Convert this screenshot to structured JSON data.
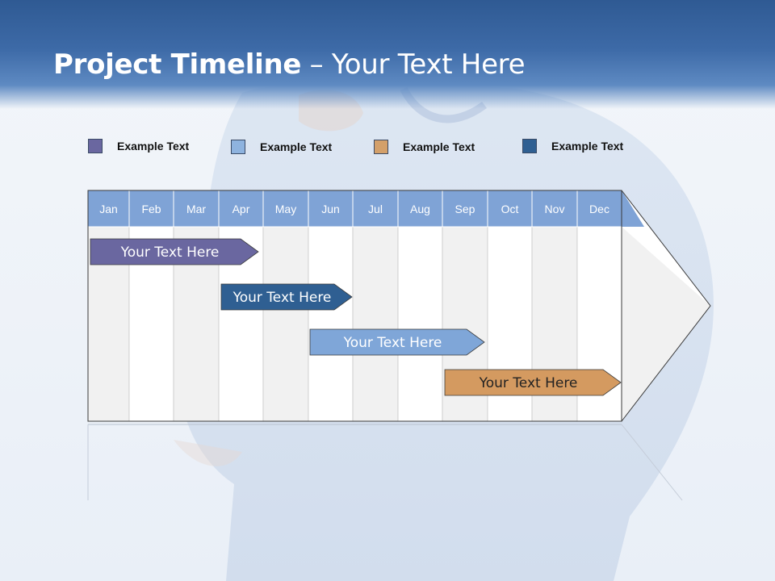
{
  "title": {
    "bold": "Project Timeline",
    "rest": " – Your Text Here"
  },
  "legend": [
    {
      "label": "Example Text",
      "color": "#6a67a0"
    },
    {
      "label": "Example Text",
      "color": "#8eb3df"
    },
    {
      "label": "Example Text",
      "color": "#d4a06a"
    },
    {
      "label": "Example Text",
      "color": "#2f5f92"
    }
  ],
  "months": [
    "Jan",
    "Feb",
    "Mar",
    "Apr",
    "May",
    "Jun",
    "Jul",
    "Aug",
    "Sep",
    "Oct",
    "Nov",
    "Dec"
  ],
  "tasks": [
    {
      "label": "Your  Text Here",
      "start_month": "Jan",
      "end_month": "Apr",
      "color": "#6a67a0"
    },
    {
      "label": "Your  Text Here",
      "start_month": "Apr",
      "end_month": "Jun",
      "color": "#2f5f92"
    },
    {
      "label": "Your  Text Here",
      "start_month": "Jun",
      "end_month": "Sep",
      "color": "#7fa6d8"
    },
    {
      "label": "Your  Text Here",
      "start_month": "Sep",
      "end_month": "Dec",
      "color": "#d49a60"
    }
  ],
  "colors": {
    "month_header": "#7fa3d6",
    "shaded_column": "#f1f1f1",
    "white_column": "#ffffff"
  }
}
